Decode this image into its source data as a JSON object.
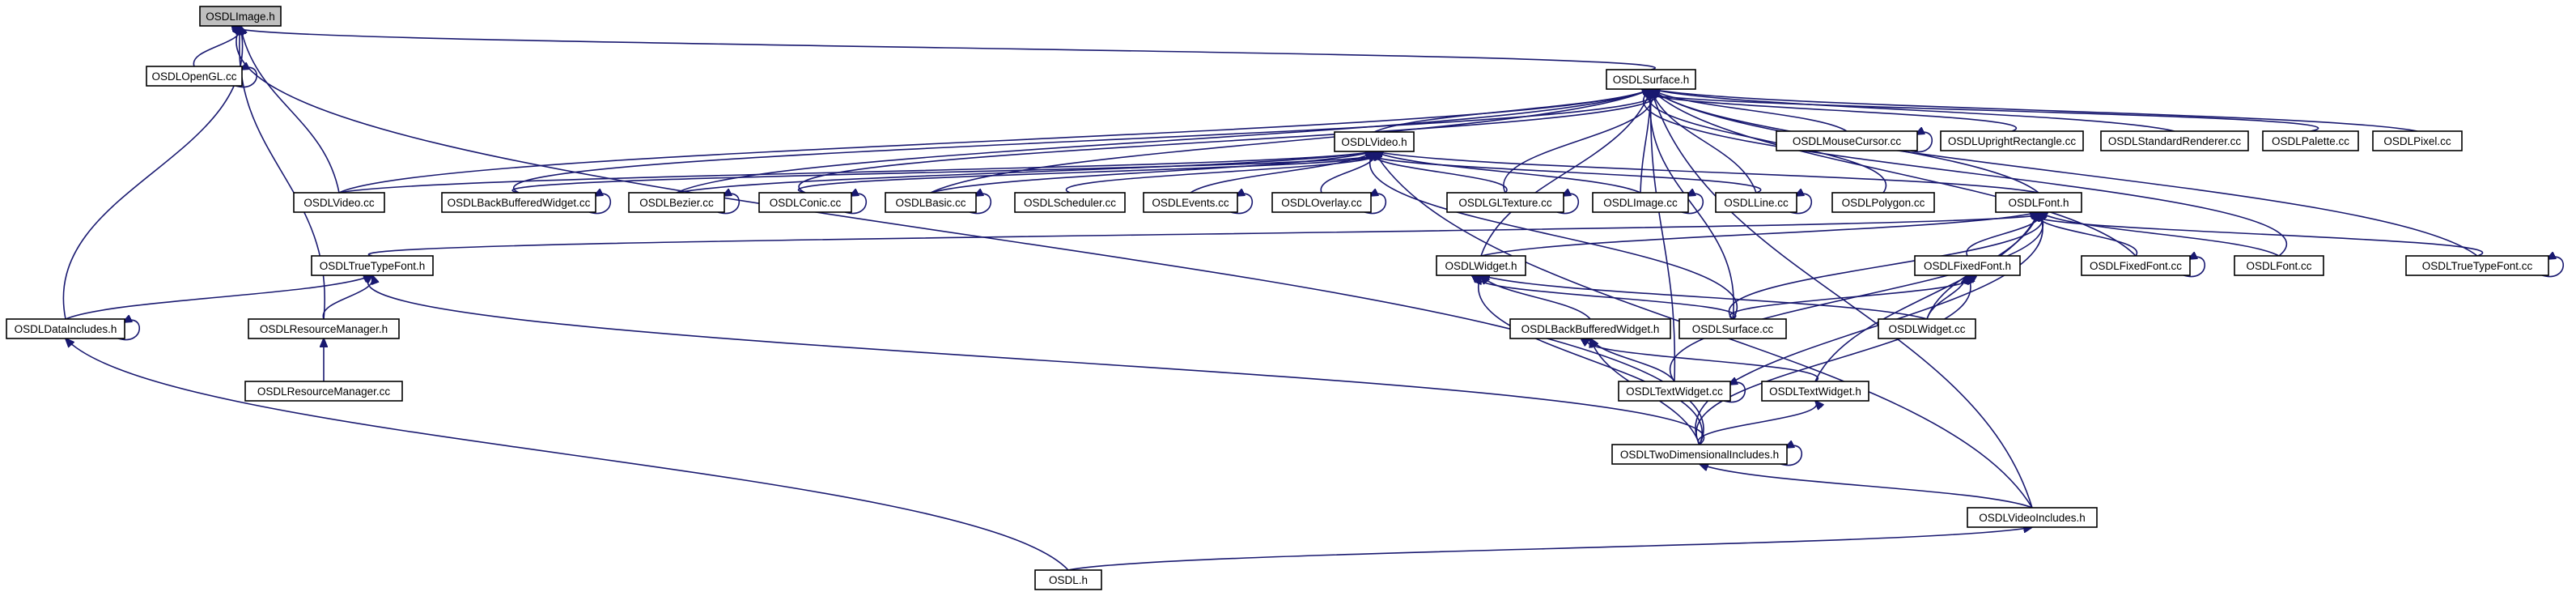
{
  "diagram": {
    "nodes": {
      "OSDLImage_h": "OSDLImage.h",
      "OSDLOpenGL_cc": "OSDLOpenGL.cc",
      "OSDLSurface_h": "OSDLSurface.h",
      "OSDLVideo_h": "OSDLVideo.h",
      "OSDLMouseCursor_cc": "OSDLMouseCursor.cc",
      "OSDLUprightRectangle_cc": "OSDLUprightRectangle.cc",
      "OSDLStandardRenderer_cc": "OSDLStandardRenderer.cc",
      "OSDLPalette_cc": "OSDLPalette.cc",
      "OSDLPixel_cc": "OSDLPixel.cc",
      "OSDLVideo_cc": "OSDLVideo.cc",
      "OSDLBackBufferedWidget_cc": "OSDLBackBufferedWidget.cc",
      "OSDLBezier_cc": "OSDLBezier.cc",
      "OSDLConic_cc": "OSDLConic.cc",
      "OSDLBasic_cc": "OSDLBasic.cc",
      "OSDLScheduler_cc": "OSDLScheduler.cc",
      "OSDLEvents_cc": "OSDLEvents.cc",
      "OSDLOverlay_cc": "OSDLOverlay.cc",
      "OSDLGLTexture_cc": "OSDLGLTexture.cc",
      "OSDLImage_cc": "OSDLImage.cc",
      "OSDLLine_cc": "OSDLLine.cc",
      "OSDLPolygon_cc": "OSDLPolygon.cc",
      "OSDLFont_h": "OSDLFont.h",
      "OSDLTrueTypeFont_h": "OSDLTrueTypeFont.h",
      "OSDLWidget_h": "OSDLWidget.h",
      "OSDLFixedFont_h": "OSDLFixedFont.h",
      "OSDLFixedFont_cc": "OSDLFixedFont.cc",
      "OSDLFont_cc": "OSDLFont.cc",
      "OSDLTrueTypeFont_cc": "OSDLTrueTypeFont.cc",
      "OSDLDataIncludes_h": "OSDLDataIncludes.h",
      "OSDLResourceManager_h": "OSDLResourceManager.h",
      "OSDLSurface_cc": "OSDLSurface.cc",
      "OSDLWidget_cc": "OSDLWidget.cc",
      "OSDLBackBufferedWidget_h": "OSDLBackBufferedWidget.h",
      "OSDLResourceManager_cc": "OSDLResourceManager.cc",
      "OSDLTextWidget_cc": "OSDLTextWidget.cc",
      "OSDLTextWidget_h": "OSDLTextWidget.h",
      "OSDLTwoDimensionalIncludes_h": "OSDLTwoDimensionalIncludes.h",
      "OSDLVideoIncludes_h": "OSDLVideoIncludes.h",
      "OSDL_h": "OSDL.h"
    },
    "edges": [
      [
        "OSDLOpenGL_cc",
        "OSDLImage_h"
      ],
      [
        "OSDLSurface_h",
        "OSDLImage_h"
      ],
      [
        "OSDLVideo_cc",
        "OSDLImage_h"
      ],
      [
        "OSDLResourceManager_h",
        "OSDLImage_h"
      ],
      [
        "OSDLDataIncludes_h",
        "OSDLImage_h"
      ],
      [
        "OSDLTwoDimensionalIncludes_h",
        "OSDLImage_h"
      ],
      [
        "OSDLOpenGL_cc",
        "OSDLOpenGL_cc"
      ],
      [
        "OSDLVideo_h",
        "OSDLSurface_h"
      ],
      [
        "OSDLMouseCursor_cc",
        "OSDLSurface_h"
      ],
      [
        "OSDLUprightRectangle_cc",
        "OSDLSurface_h"
      ],
      [
        "OSDLStandardRenderer_cc",
        "OSDLSurface_h"
      ],
      [
        "OSDLPalette_cc",
        "OSDLSurface_h"
      ],
      [
        "OSDLPixel_cc",
        "OSDLSurface_h"
      ],
      [
        "OSDLVideo_cc",
        "OSDLSurface_h"
      ],
      [
        "OSDLBackBufferedWidget_cc",
        "OSDLSurface_h"
      ],
      [
        "OSDLBezier_cc",
        "OSDLSurface_h"
      ],
      [
        "OSDLConic_cc",
        "OSDLSurface_h"
      ],
      [
        "OSDLBasic_cc",
        "OSDLSurface_h"
      ],
      [
        "OSDLGLTexture_cc",
        "OSDLSurface_h"
      ],
      [
        "OSDLImage_cc",
        "OSDLSurface_h"
      ],
      [
        "OSDLLine_cc",
        "OSDLSurface_h"
      ],
      [
        "OSDLPolygon_cc",
        "OSDLSurface_h"
      ],
      [
        "OSDLFont_h",
        "OSDLSurface_h"
      ],
      [
        "OSDLWidget_h",
        "OSDLSurface_h"
      ],
      [
        "OSDLFixedFont_cc",
        "OSDLSurface_h"
      ],
      [
        "OSDLFont_cc",
        "OSDLSurface_h"
      ],
      [
        "OSDLTrueTypeFont_cc",
        "OSDLSurface_h"
      ],
      [
        "OSDLTextWidget_cc",
        "OSDLSurface_h"
      ],
      [
        "OSDLVideoIncludes_h",
        "OSDLSurface_h"
      ],
      [
        "OSDLSurface_cc",
        "OSDLSurface_h"
      ],
      [
        "OSDLMouseCursor_cc",
        "OSDLMouseCursor_cc"
      ],
      [
        "OSDLVideo_cc",
        "OSDLVideo_h"
      ],
      [
        "OSDLBackBufferedWidget_cc",
        "OSDLVideo_h"
      ],
      [
        "OSDLBezier_cc",
        "OSDLVideo_h"
      ],
      [
        "OSDLConic_cc",
        "OSDLVideo_h"
      ],
      [
        "OSDLBasic_cc",
        "OSDLVideo_h"
      ],
      [
        "OSDLScheduler_cc",
        "OSDLVideo_h"
      ],
      [
        "OSDLEvents_cc",
        "OSDLVideo_h"
      ],
      [
        "OSDLOverlay_cc",
        "OSDLVideo_h"
      ],
      [
        "OSDLGLTexture_cc",
        "OSDLVideo_h"
      ],
      [
        "OSDLImage_cc",
        "OSDLVideo_h"
      ],
      [
        "OSDLLine_cc",
        "OSDLVideo_h"
      ],
      [
        "OSDLFont_h",
        "OSDLVideo_h"
      ],
      [
        "OSDLSurface_cc",
        "OSDLVideo_h"
      ],
      [
        "OSDLVideoIncludes_h",
        "OSDLVideo_h"
      ],
      [
        "OSDLBackBufferedWidget_cc",
        "OSDLBackBufferedWidget_cc"
      ],
      [
        "OSDLBezier_cc",
        "OSDLBezier_cc"
      ],
      [
        "OSDLConic_cc",
        "OSDLConic_cc"
      ],
      [
        "OSDLBasic_cc",
        "OSDLBasic_cc"
      ],
      [
        "OSDLEvents_cc",
        "OSDLEvents_cc"
      ],
      [
        "OSDLOverlay_cc",
        "OSDLOverlay_cc"
      ],
      [
        "OSDLGLTexture_cc",
        "OSDLGLTexture_cc"
      ],
      [
        "OSDLImage_cc",
        "OSDLImage_cc"
      ],
      [
        "OSDLLine_cc",
        "OSDLLine_cc"
      ],
      [
        "OSDLTrueTypeFont_h",
        "OSDLFont_h"
      ],
      [
        "OSDLWidget_h",
        "OSDLFont_h"
      ],
      [
        "OSDLFixedFont_h",
        "OSDLFont_h"
      ],
      [
        "OSDLFixedFont_cc",
        "OSDLFont_h"
      ],
      [
        "OSDLFont_cc",
        "OSDLFont_h"
      ],
      [
        "OSDLTrueTypeFont_cc",
        "OSDLFont_h"
      ],
      [
        "OSDLSurface_cc",
        "OSDLFont_h"
      ],
      [
        "OSDLWidget_cc",
        "OSDLFont_h"
      ],
      [
        "OSDLTextWidget_cc",
        "OSDLFont_h"
      ],
      [
        "OSDLTextWidget_h",
        "OSDLFont_h"
      ],
      [
        "OSDLTwoDimensionalIncludes_h",
        "OSDLFont_h"
      ],
      [
        "OSDLFixedFont_cc",
        "OSDLFixedFont_cc"
      ],
      [
        "OSDLTrueTypeFont_cc",
        "OSDLTrueTypeFont_cc"
      ],
      [
        "OSDLDataIncludes_h",
        "OSDLTrueTypeFont_h"
      ],
      [
        "OSDLResourceManager_h",
        "OSDLTrueTypeFont_h"
      ],
      [
        "OSDLTwoDimensionalIncludes_h",
        "OSDLTrueTypeFont_h"
      ],
      [
        "OSDLBackBufferedWidget_h",
        "OSDLWidget_h"
      ],
      [
        "OSDLSurface_cc",
        "OSDLWidget_h"
      ],
      [
        "OSDLWidget_cc",
        "OSDLWidget_h"
      ],
      [
        "OSDLTwoDimensionalIncludes_h",
        "OSDLWidget_h"
      ],
      [
        "OSDLSurface_cc",
        "OSDLFixedFont_h"
      ],
      [
        "OSDLWidget_cc",
        "OSDLFixedFont_h"
      ],
      [
        "OSDLTwoDimensionalIncludes_h",
        "OSDLFixedFont_h"
      ],
      [
        "OSDLDataIncludes_h",
        "OSDLDataIncludes_h"
      ],
      [
        "OSDL_h",
        "OSDLDataIncludes_h"
      ],
      [
        "OSDLResourceManager_cc",
        "OSDLResourceManager_h"
      ],
      [
        "OSDLTextWidget_cc",
        "OSDLBackBufferedWidget_h"
      ],
      [
        "OSDLTextWidget_h",
        "OSDLBackBufferedWidget_h"
      ],
      [
        "OSDLTwoDimensionalIncludes_h",
        "OSDLBackBufferedWidget_h"
      ],
      [
        "OSDLTextWidget_cc",
        "OSDLTextWidget_cc"
      ],
      [
        "OSDLTwoDimensionalIncludes_h",
        "OSDLTextWidget_h"
      ],
      [
        "OSDLTwoDimensionalIncludes_h",
        "OSDLTwoDimensionalIncludes_h"
      ],
      [
        "OSDLVideoIncludes_h",
        "OSDLTwoDimensionalIncludes_h"
      ],
      [
        "OSDL_h",
        "OSDLVideoIncludes_h"
      ]
    ]
  }
}
